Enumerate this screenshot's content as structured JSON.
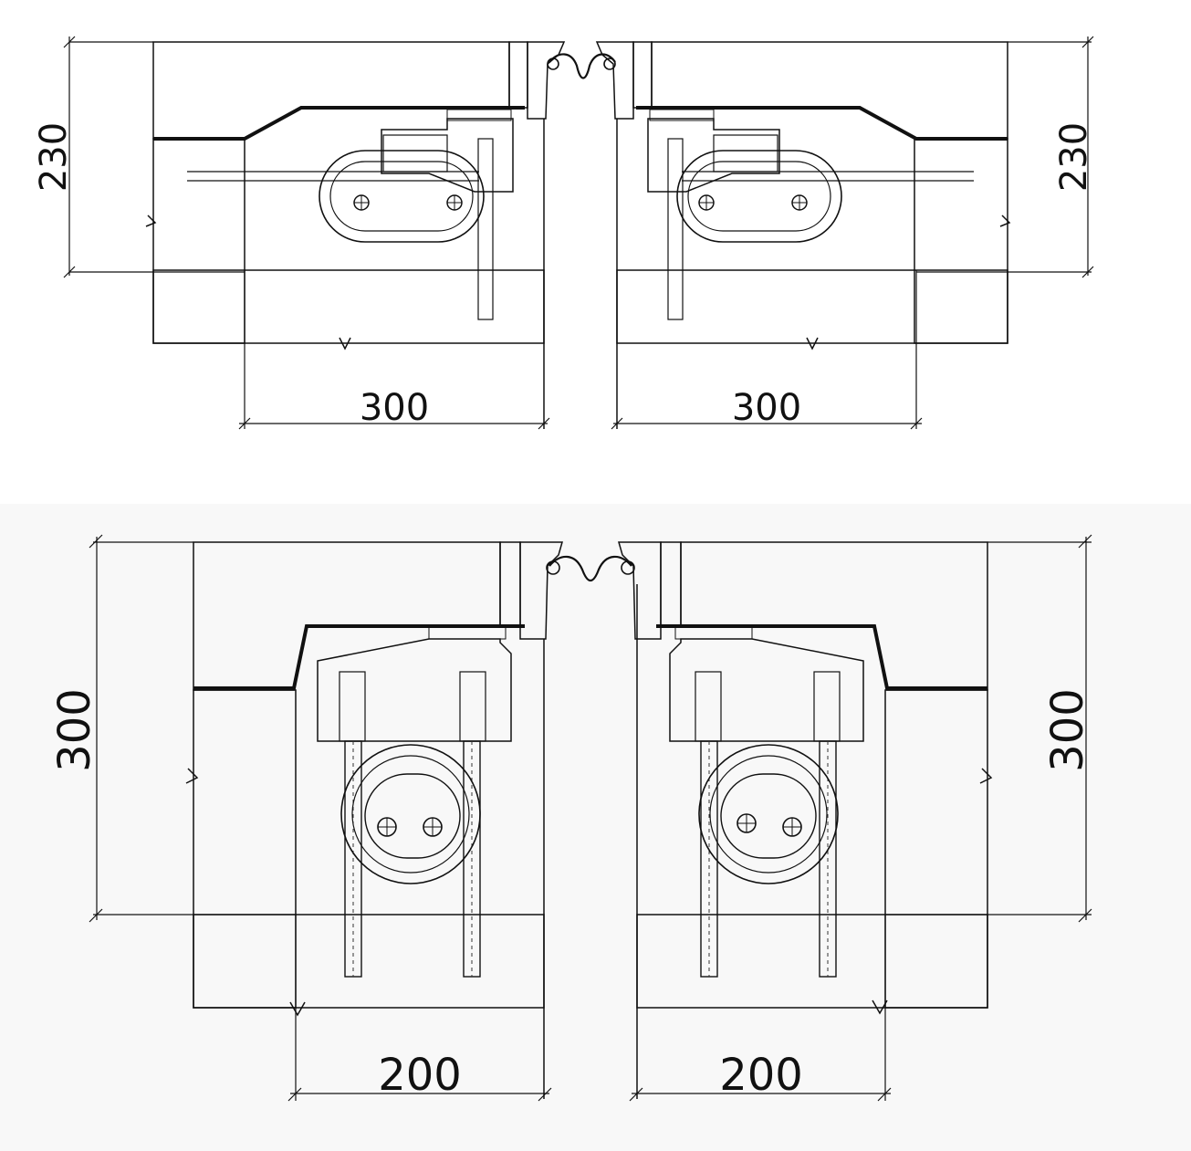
{
  "figure": {
    "top": {
      "height_label": "230",
      "width_label": "300"
    },
    "bottom": {
      "height_label": "300",
      "width_label": "200"
    }
  }
}
